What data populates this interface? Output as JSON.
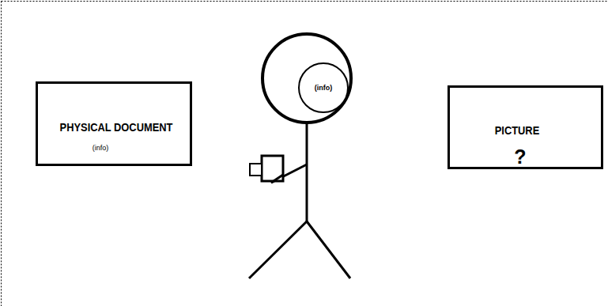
{
  "diagram": {
    "nodes": [
      {
        "text": [
          "PHYSICAL DOCUMENT",
          "(info)"
        ]
      },
      {
        "text": [
          "(info)"
        ]
      },
      {
        "text": [
          "PICTURE",
          "?"
        ]
      }
    ]
  }
}
